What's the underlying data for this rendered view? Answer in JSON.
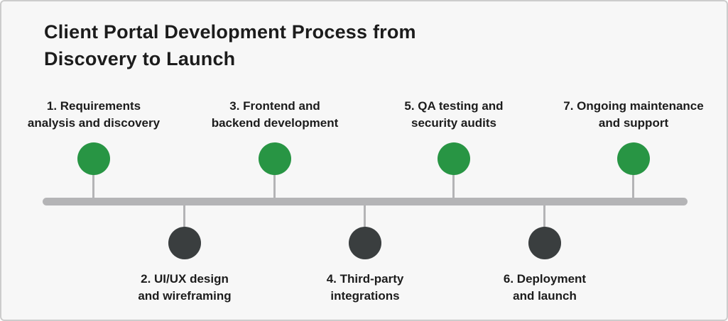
{
  "title": "Client Portal Development Process from\nDiscovery to Launch",
  "colors": {
    "milestone_green": "#289544",
    "milestone_dark": "#3a3e3f",
    "timeline_bar": "#b4b4b6",
    "background": "#f7f7f7",
    "text": "#1c1c1c"
  },
  "timeline": {
    "items": [
      {
        "step": 1,
        "side": "top",
        "dot_color": "green",
        "label": "1. Requirements\nanalysis and discovery"
      },
      {
        "step": 2,
        "side": "bottom",
        "dot_color": "dark",
        "label": "2. UI/UX design\nand wireframing"
      },
      {
        "step": 3,
        "side": "top",
        "dot_color": "green",
        "label": "3. Frontend and\nbackend development"
      },
      {
        "step": 4,
        "side": "bottom",
        "dot_color": "dark",
        "label": "4. Third-party\nintegrations"
      },
      {
        "step": 5,
        "side": "top",
        "dot_color": "green",
        "label": "5. QA testing and\nsecurity audits"
      },
      {
        "step": 6,
        "side": "bottom",
        "dot_color": "dark",
        "label": "6. Deployment\nand launch"
      },
      {
        "step": 7,
        "side": "top",
        "dot_color": "green",
        "label": "7. Ongoing maintenance\nand support"
      }
    ]
  }
}
